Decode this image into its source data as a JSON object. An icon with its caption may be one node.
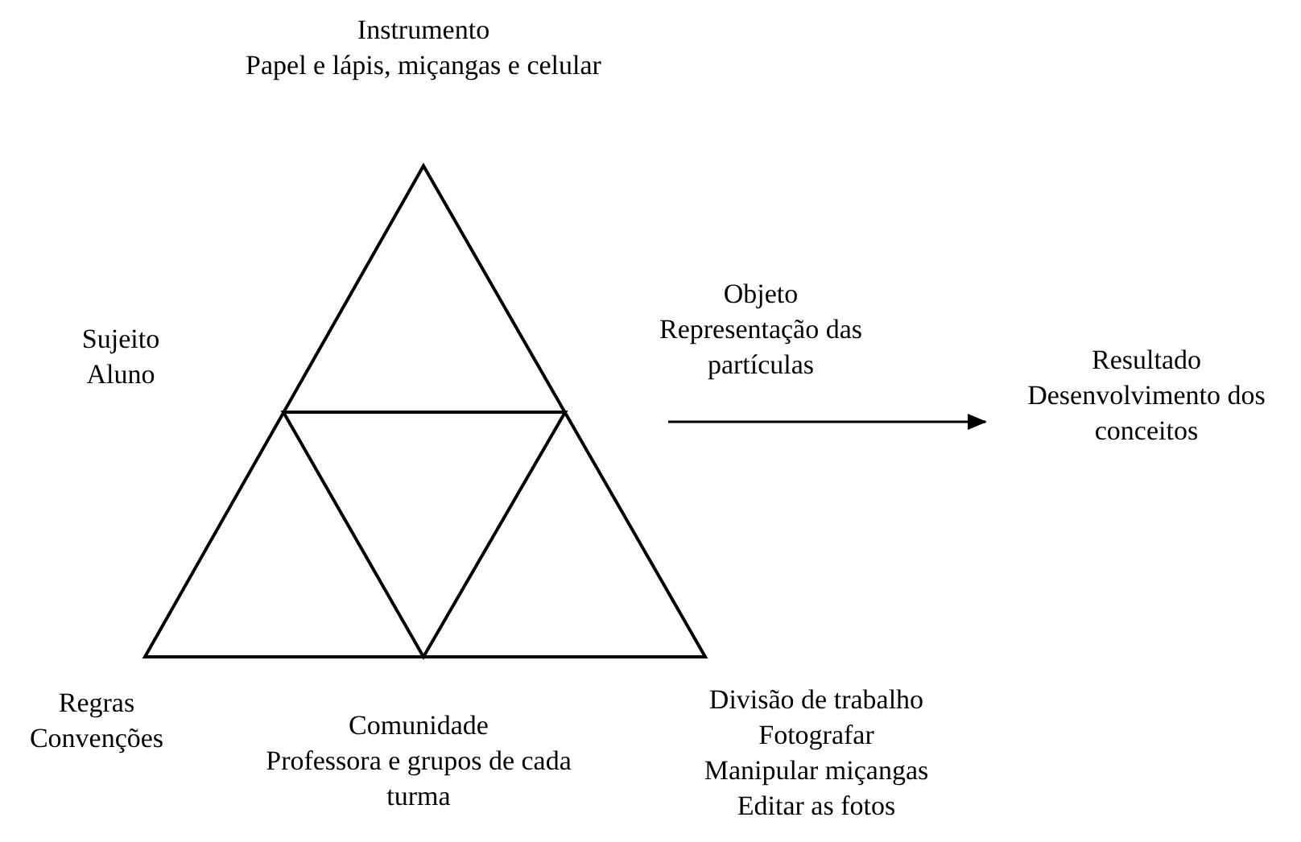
{
  "diagram": {
    "nodes": [
      {
        "text": [
          "Instrumento",
          "Papel e lápis, miçangas e celular"
        ]
      },
      {
        "text": [
          "Sujeito",
          "Aluno"
        ]
      },
      {
        "text": [
          "Objeto",
          "Representação das partículas"
        ]
      },
      {
        "text": [
          "Resultado",
          "Desenvolvimento dos conceitos"
        ]
      },
      {
        "text": [
          "Regras",
          "Convenções"
        ]
      },
      {
        "text": [
          "Comunidade",
          "Professora e grupos de cada turma"
        ]
      },
      {
        "text": [
          "Divisão de trabalho",
          "Fotografar",
          "Manipular miçangas",
          "Editar as fotos"
        ]
      }
    ],
    "edges": [
      {
        "from": 2,
        "to": 3,
        "arrow": "to"
      }
    ]
  }
}
